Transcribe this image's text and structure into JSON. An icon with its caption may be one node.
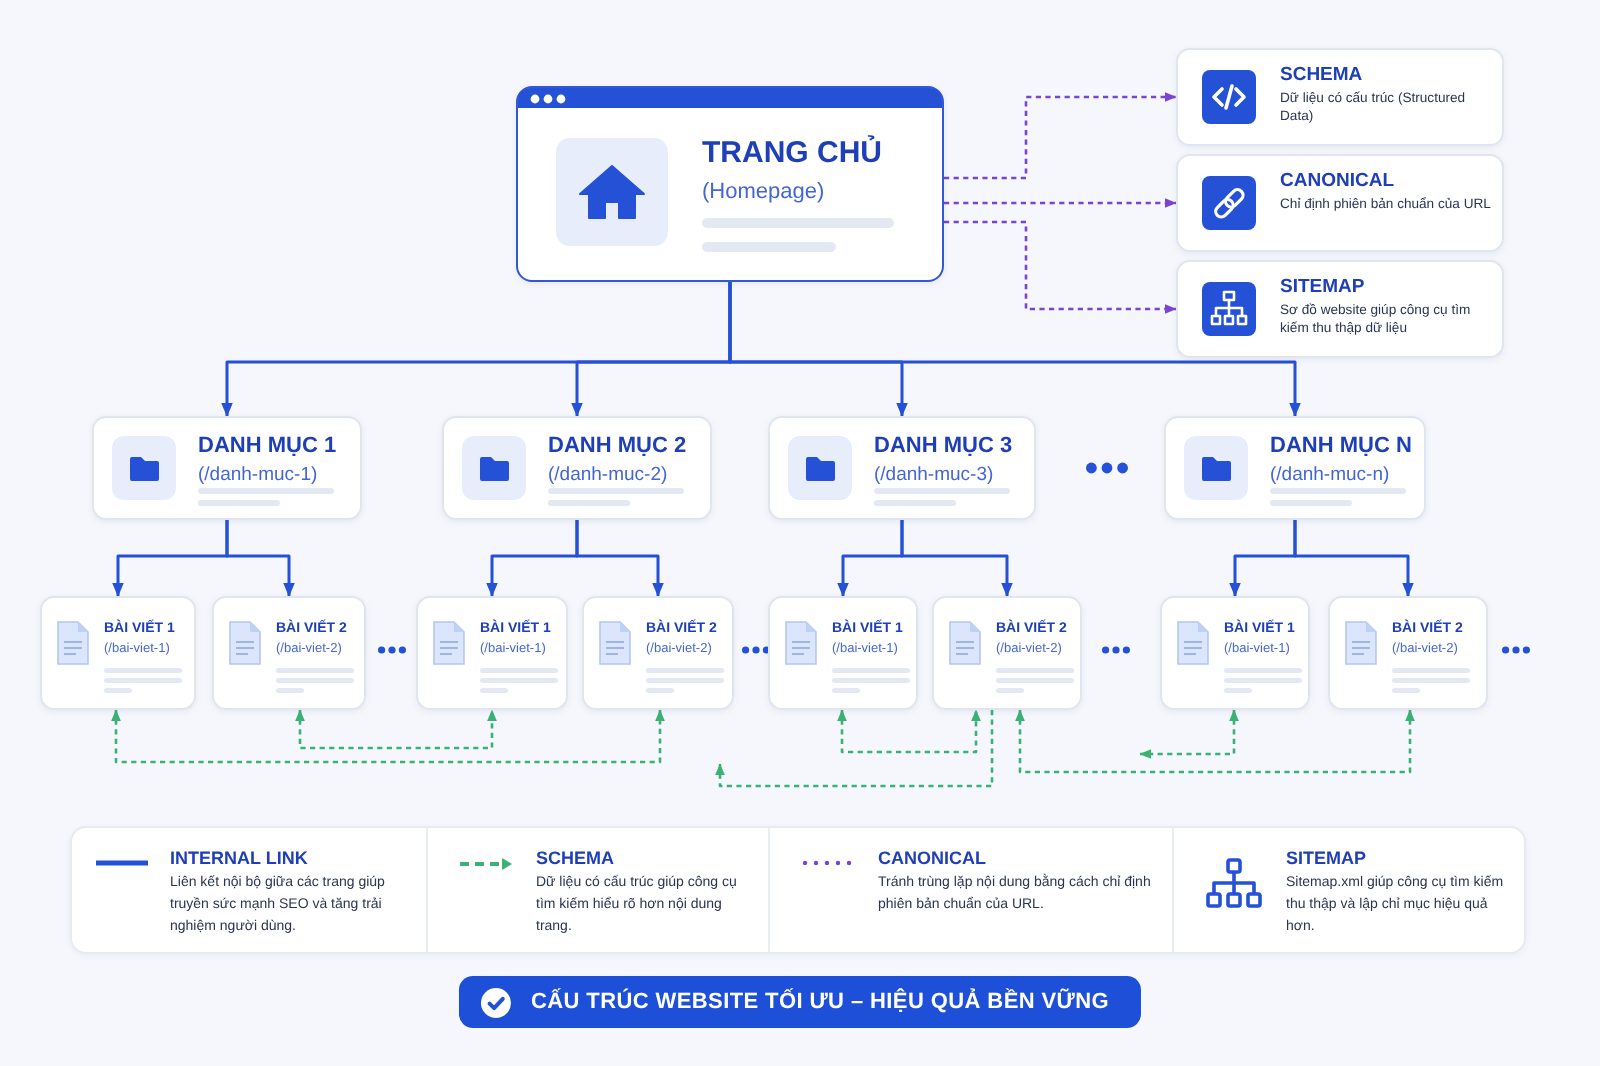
{
  "diagram": {
    "caption": "CẤU TRÚC WEBSITE TỐI ƯU – HIỆU QUẢ BỀN VỮNG",
    "nodes": [
      {
        "text": [
          "TRANG CHỦ",
          "(Homepage)"
        ]
      },
      {
        "text": [
          "SCHEMA",
          "Dữ liệu có cấu trúc (Structured Data)"
        ]
      },
      {
        "text": [
          "CANONICAL",
          "Chỉ định phiên bản chuẩn của URL"
        ]
      },
      {
        "text": [
          "SITEMAP",
          "Sơ đồ website giúp công cụ tìm kiếm thu thập dữ liệu"
        ]
      },
      {
        "text": [
          "DANH MỤC 1",
          "(/danh-muc-1)"
        ]
      },
      {
        "text": [
          "DANH MỤC 2",
          "(/danh-muc-2)"
        ]
      },
      {
        "text": [
          "DANH MỤC 3",
          "(/danh-muc-3)"
        ]
      },
      {
        "text": [
          "DANH MỤC N",
          "(/danh-muc-n)"
        ]
      },
      {
        "text": [
          "BÀI VIẾT 1",
          "(/bai-viet-1)"
        ]
      },
      {
        "text": [
          "BÀI VIẾT 2",
          "(/bai-viet-2)"
        ]
      },
      {
        "text": [
          "BÀI VIẾT 1",
          "(/bai-viet-1)"
        ]
      },
      {
        "text": [
          "BÀI VIẾT 2",
          "(/bai-viet-2)"
        ]
      },
      {
        "text": [
          "BÀI VIẾT 1",
          "(/bai-viet-1)"
        ]
      },
      {
        "text": [
          "BÀI VIẾT 2",
          "(/bai-viet-2)"
        ]
      },
      {
        "text": [
          "BÀI VIẾT 1",
          "(/bai-viet-1)"
        ]
      },
      {
        "text": [
          "BÀI VIẾT 2",
          "(/bai-viet-2)"
        ]
      }
    ],
    "edges": [
      {
        "from": 0,
        "to": 1,
        "arrow": "to",
        "style": "dashed",
        "color": "#7a44d6"
      },
      {
        "from": 0,
        "to": 2,
        "arrow": "to",
        "style": "dashed",
        "color": "#7a44d6"
      },
      {
        "from": 0,
        "to": 3,
        "arrow": "to",
        "style": "dashed",
        "color": "#7a44d6"
      },
      {
        "from": 0,
        "to": 4,
        "arrow": "to"
      },
      {
        "from": 0,
        "to": 5,
        "arrow": "to"
      },
      {
        "from": 0,
        "to": 6,
        "arrow": "to"
      },
      {
        "from": 0,
        "to": 7,
        "arrow": "to"
      },
      {
        "from": 4,
        "to": 8,
        "arrow": "to"
      },
      {
        "from": 4,
        "to": 9,
        "arrow": "to"
      },
      {
        "from": 5,
        "to": 10,
        "arrow": "to"
      },
      {
        "from": 5,
        "to": 11,
        "arrow": "to"
      },
      {
        "from": 6,
        "to": 12,
        "arrow": "to"
      },
      {
        "from": 6,
        "to": 13,
        "arrow": "to"
      },
      {
        "from": 7,
        "to": 14,
        "arrow": "to"
      },
      {
        "from": 7,
        "to": 15,
        "arrow": "to"
      },
      {
        "from": 8,
        "to": 11,
        "arrow": "both",
        "style": "dashed",
        "color": "#3bb273"
      },
      {
        "from": 9,
        "to": 10,
        "arrow": "both",
        "style": "dashed",
        "color": "#3bb273"
      },
      {
        "from": 12,
        "to": 13,
        "arrow": "both",
        "style": "dashed",
        "color": "#3bb273"
      },
      {
        "from": 13,
        "to": null,
        "arrow": "to",
        "style": "dashed",
        "color": "#3bb273"
      },
      {
        "from": 14,
        "to": null,
        "arrow": "both",
        "style": "dashed",
        "color": "#3bb273"
      },
      {
        "from": 13,
        "to": 15,
        "arrow": "both",
        "style": "dashed",
        "color": "#3bb273"
      }
    ],
    "labels": [
      "Liên kết nội bộ giữa các trang giúp truyền sức mạnh SEO và tăng trải nghiệm người dùng.",
      "Dữ liệu có cấu trúc giúp công cụ tìm kiếm hiểu rõ hơn nội dung trang.",
      "Tránh trùng lặp nội dung bằng cách chỉ định phiên bản chuẩn của URL.",
      "Sitemap.xml giúp công cụ tìm kiếm thu thập và lập chỉ mục hiệu quả hơn."
    ],
    "legend": [
      {
        "text": "INTERNAL LINK"
      },
      {
        "text": "SCHEMA"
      },
      {
        "text": "CANONICAL"
      },
      {
        "text": "SITEMAP"
      }
    ]
  }
}
